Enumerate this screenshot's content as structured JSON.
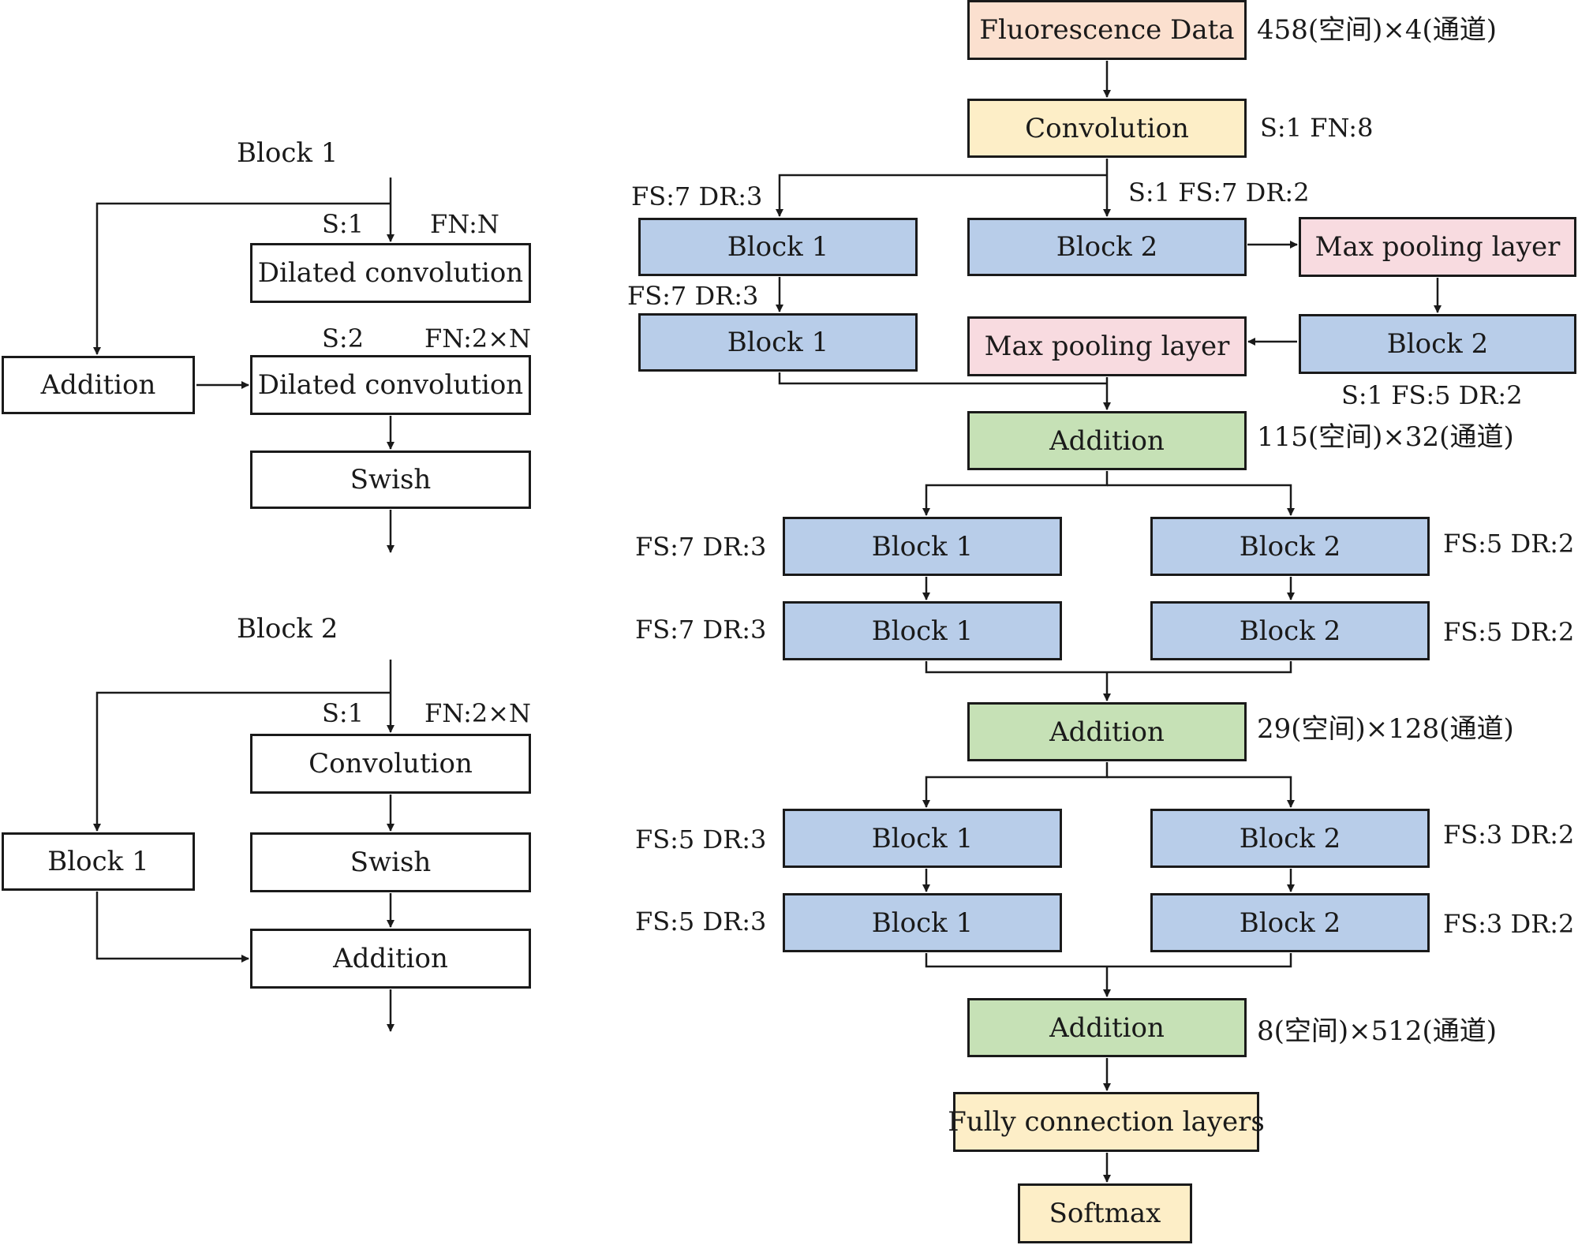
{
  "colors": {
    "line": "#1a1a1a",
    "input_box": "#fbe0cf",
    "conv_box": "#fdeec7",
    "block_box": "#b8cde9",
    "pool_box": "#f8dbe0",
    "addition_box": "#c6e1b6",
    "plain_box": "#ffffff"
  },
  "block1_detail": {
    "title": "Block 1",
    "label_s1": "S:1",
    "label_fn1": "FN:N",
    "dilated_conv_1": "Dilated convolution",
    "addition": "Addition",
    "label_s2": "S:2",
    "label_fn2": "FN:2×N",
    "dilated_conv_2": "Dilated convolution",
    "swish": "Swish"
  },
  "block2_detail": {
    "title": "Block 2",
    "label_s1": "S:1",
    "label_fn": "FN:2×N",
    "convolution": "Convolution",
    "block1": "Block 1",
    "swish": "Swish",
    "addition": "Addition"
  },
  "main": {
    "input": {
      "label": "Fluorescence Data",
      "shape": "458(空间)×4(通道)"
    },
    "conv": {
      "label": "Convolution",
      "params": "S:1   FN:8"
    },
    "left_branch": {
      "param_1": "FS:7  DR:3",
      "block_1": "Block 1",
      "param_2": "FS:7  DR:3",
      "block_2": "Block 1"
    },
    "right_branch": {
      "param_1": "S:1   FS:7  DR:2",
      "block_1": "Block 2",
      "pool_1": "Max pooling layer",
      "block_2": "Block 2",
      "pool_2": "Max pooling layer",
      "param_2": "S:1   FS:5  DR:2"
    },
    "addition_1": {
      "label": "Addition",
      "shape": "115(空间)×32(通道)"
    },
    "stage2": {
      "left_param_1": "FS:7  DR:3",
      "left_block_1": "Block 1",
      "left_param_2": "FS:7  DR:3",
      "left_block_2": "Block 1",
      "right_block_1": "Block 2",
      "right_param_1": "FS:5  DR:2",
      "right_block_2": "Block 2",
      "right_param_2": "FS:5  DR:2"
    },
    "addition_2": {
      "label": "Addition",
      "shape": "29(空间)×128(通道)"
    },
    "stage3": {
      "left_param_1": "FS:5  DR:3",
      "left_block_1": "Block 1",
      "left_param_2": "FS:5  DR:3",
      "left_block_2": "Block 1",
      "right_block_1": "Block 2",
      "right_param_1": "FS:3  DR:2",
      "right_block_2": "Block 2",
      "right_param_2": "FS:3  DR:2"
    },
    "addition_3": {
      "label": "Addition",
      "shape": "8(空间)×512(通道)"
    },
    "fc": {
      "label": "Fully connection layers"
    },
    "softmax": {
      "label": "Softmax"
    }
  }
}
